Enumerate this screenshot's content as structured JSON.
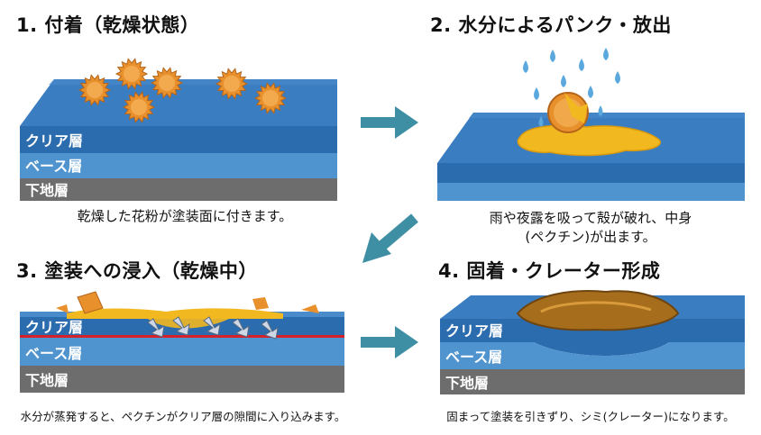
{
  "steps": [
    {
      "title": "1. 付着（乾燥状態）",
      "caption": "乾燥した花粉が塗装面に付きます。",
      "layers": [
        "クリア層",
        "ベース層",
        "下地層"
      ]
    },
    {
      "title": "2. 水分によるパンク・放出",
      "caption_line1": "雨や夜露を吸って殻が破れ、中身",
      "caption_line2": "(ペクチン)が出ます。"
    },
    {
      "title": "3. 塗装への浸入（乾燥中）",
      "caption": "水分が蒸発すると、ペクチンがクリア層の隙間に入り込みます。",
      "layers": [
        "クリア層",
        "ベース層",
        "下地層"
      ]
    },
    {
      "title": "4. 固着・クレーター形成",
      "caption": "固まって塗装を引きずり、シミ(クレーター)になります。",
      "layers": [
        "クリア層",
        "ベース層",
        "下地層"
      ]
    }
  ],
  "colors": {
    "clear_layer": "#2b6fb0",
    "base_layer": "#4f93cf",
    "ground_layer": "#6d6d6d",
    "top_surface": "#3a7cc0",
    "pollen": "#e8902c",
    "pectin": "#f2b81f",
    "arrow": "#3e8fa3",
    "water": "#5aa8dd",
    "damage_line": "#d6202a"
  }
}
